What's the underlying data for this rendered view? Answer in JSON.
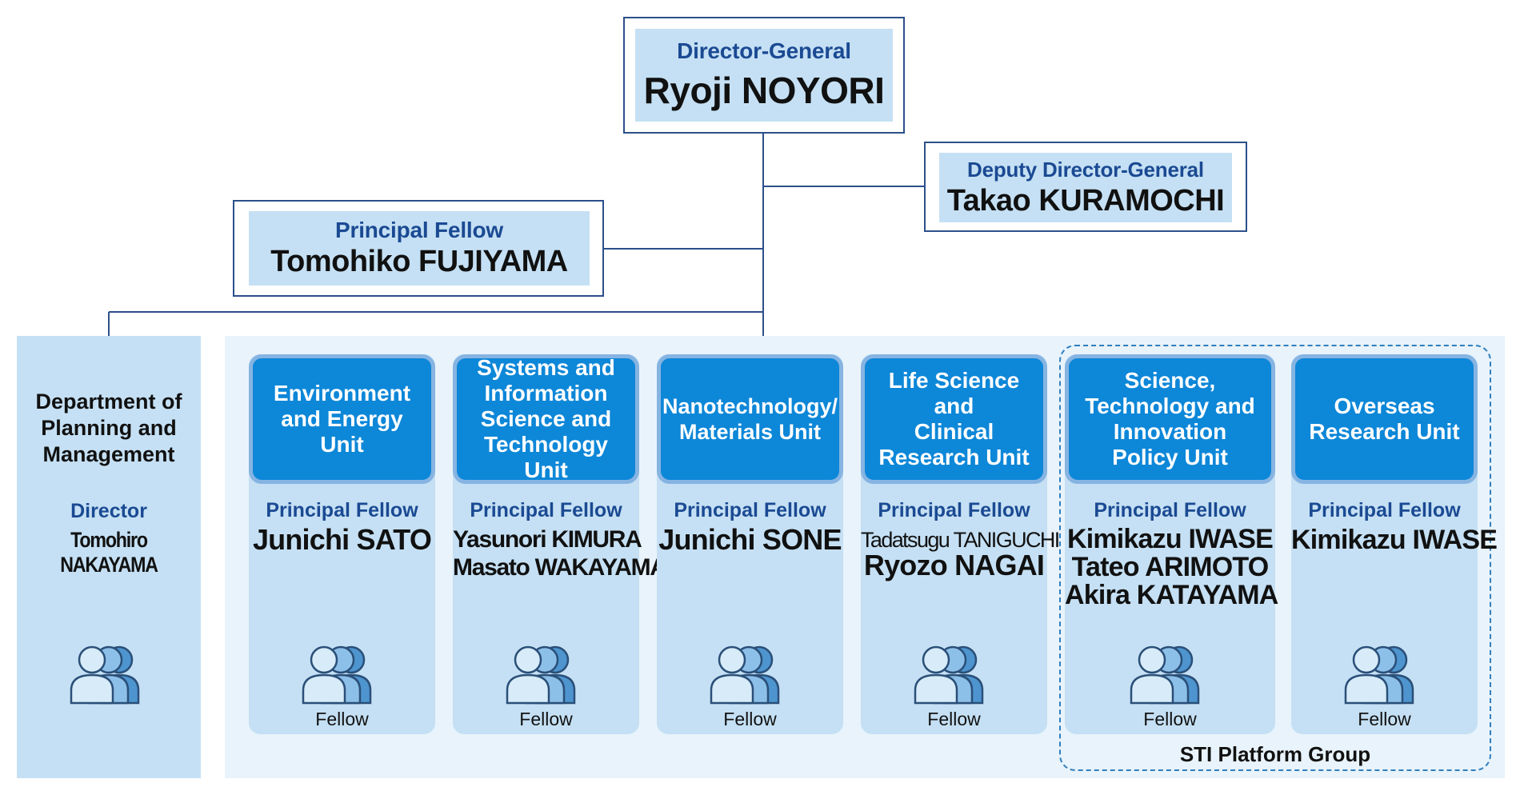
{
  "top": {
    "director_general": {
      "role": "Director-General",
      "name": "Ryoji NOYORI"
    },
    "deputy": {
      "role": "Deputy Director-General",
      "name": "Takao KURAMOCHI"
    },
    "principal": {
      "role": "Principal Fellow",
      "name": "Tomohiko FUJIYAMA"
    }
  },
  "department": {
    "title_lines": [
      "Department of",
      "Planning and",
      "Management"
    ],
    "role": "Director",
    "name": "Tomohiro NAKAYAMA"
  },
  "units": [
    {
      "title_lines": [
        "Environment",
        "and Energy",
        "Unit"
      ],
      "role": "Principal Fellow",
      "names": [
        "Junichi SATO"
      ],
      "fellow": "Fellow"
    },
    {
      "title_lines": [
        "Systems and",
        "Information",
        "Science and",
        "Technology Unit"
      ],
      "role": "Principal Fellow",
      "names": [
        "Yasunori KIMURA",
        "Masato WAKAYAMA"
      ],
      "fellow": "Fellow"
    },
    {
      "title_lines": [
        "Nanotechnology/",
        "Materials Unit"
      ],
      "role": "Principal Fellow",
      "names": [
        "Junichi SONE"
      ],
      "fellow": "Fellow"
    },
    {
      "title_lines": [
        "Life Science",
        "and",
        "Clinical",
        "Research Unit"
      ],
      "role": "Principal Fellow",
      "names": [
        "Tadatsugu TANIGUCHI",
        "Ryozo NAGAI"
      ],
      "fellow": "Fellow"
    },
    {
      "title_lines": [
        "Science,",
        "Technology and",
        "Innovation",
        "Policy Unit"
      ],
      "role": "Principal Fellow",
      "names": [
        "Kimikazu IWASE",
        "Tateo ARIMOTO",
        "Akira KATAYAMA"
      ],
      "fellow": "Fellow"
    },
    {
      "title_lines": [
        "Overseas",
        "Research Unit"
      ],
      "role": "Principal Fellow",
      "names": [
        "Kimikazu IWASE"
      ],
      "fellow": "Fellow"
    }
  ],
  "sti_group_label": "STI Platform Group",
  "icons": {
    "people": "people-group-icon"
  },
  "colors": {
    "accent": "#0d87d8",
    "light": "#c5e0f4",
    "navy": "#1b4a93",
    "line": "#2d4f8a"
  }
}
